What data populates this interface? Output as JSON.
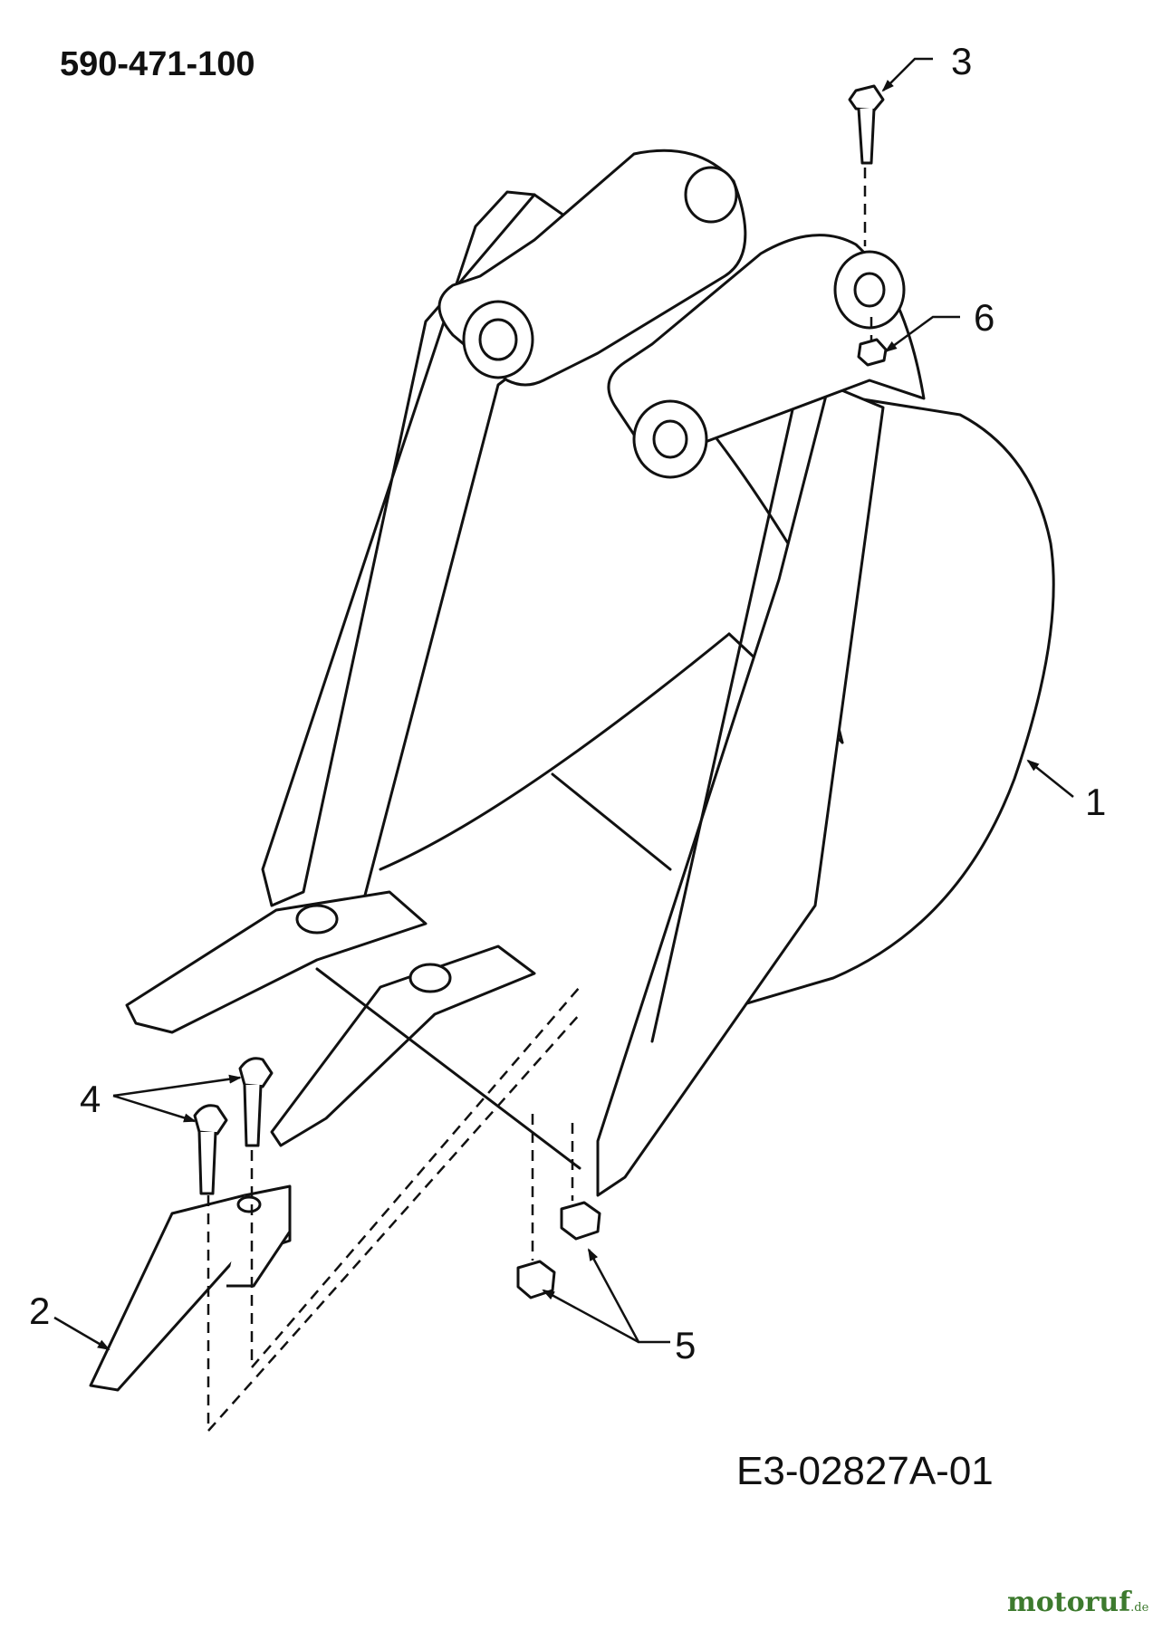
{
  "header": {
    "part_number": "590-471-100"
  },
  "footer": {
    "drawing_id": "E3-02827A-01",
    "brand": "motoruf",
    "brand_suffix": ".de"
  },
  "callouts": [
    {
      "id": "1",
      "label": "1"
    },
    {
      "id": "2",
      "label": "2"
    },
    {
      "id": "3",
      "label": "3"
    },
    {
      "id": "4",
      "label": "4"
    },
    {
      "id": "5",
      "label": "5"
    },
    {
      "id": "6",
      "label": "6"
    }
  ]
}
